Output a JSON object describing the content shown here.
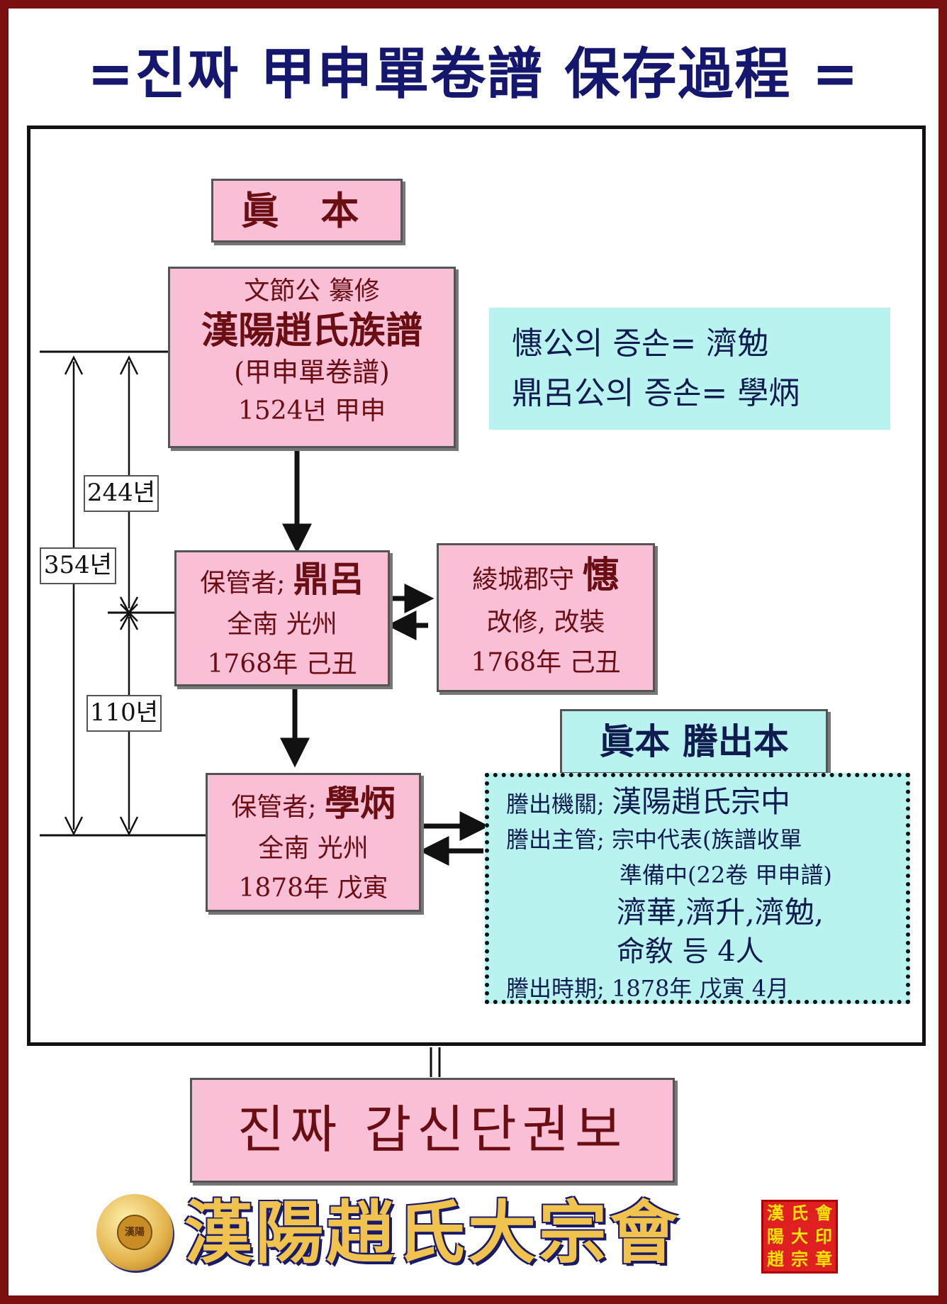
{
  "title": "=진짜 甲申單卷譜 保存過程 =",
  "jinbon_label": "眞 本",
  "box1": {
    "line1": "文節公 纂修",
    "line2": "漢陽趙氏族譜",
    "line3": "(甲申單卷譜)",
    "line4": "1524년 甲申"
  },
  "note": {
    "line1": "憓公의 증손= 濟勉",
    "line2": "鼎呂公의 증손= 學炳"
  },
  "box2": {
    "prefix": "保管者;",
    "name": "鼎呂",
    "line2": "全南 光州",
    "line3": "1768年 己丑"
  },
  "box3": {
    "prefix": "綾城郡守",
    "name": "憓",
    "line2": "改修, 改裝",
    "line3": "1768年 己丑"
  },
  "box4": {
    "prefix": "保管者;",
    "name": "學炳",
    "line2": "全南 光州",
    "line3": "1878年 戊寅"
  },
  "copy_title": "眞本 謄出本",
  "copy": {
    "l1_label": "謄出機關;",
    "l1_value": "漢陽趙氏宗中",
    "l2_label": "謄出主管;",
    "l2_value": "宗中代表(族譜收單",
    "l3": "準備中(22卷 甲申譜)",
    "l4": "濟華,濟升,濟勉,",
    "l5": "命敎 등 4人",
    "l6_label": "謄出時期;",
    "l6_value": "1878年 戊寅 4月"
  },
  "spans": {
    "a": "244년",
    "b": "354년",
    "c": "110년"
  },
  "result": "진짜 갑신단권보",
  "footer": {
    "name": "漢陽趙氏大宗會",
    "logo_text": "漢陽",
    "seal": [
      "漢",
      "氏",
      "會",
      "陽",
      "大",
      "印",
      "趙",
      "宗",
      "章"
    ]
  },
  "colors": {
    "frame": "#7a1010",
    "title": "#15166e",
    "pink": "#f8bfd6",
    "cyan": "#b9f3f0",
    "footer_gold": "#e3b24a"
  }
}
